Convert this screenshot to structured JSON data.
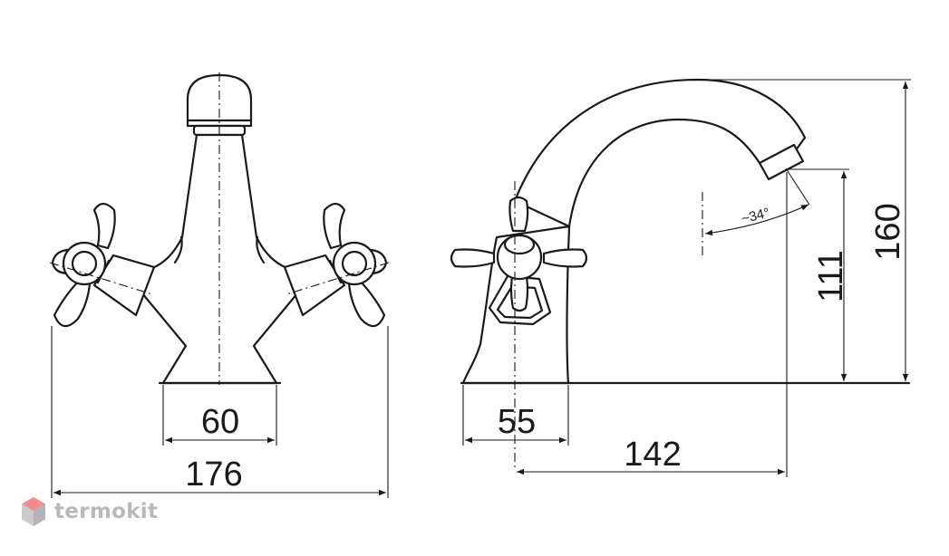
{
  "dimensions": {
    "base_width_front": "60",
    "overall_width": "176",
    "base_depth_side": "55",
    "spout_reach": "142",
    "spout_height": "111",
    "overall_height": "160",
    "spout_angle": "~34°"
  },
  "logo": {
    "text": "termokit",
    "icon": "hexagon-logo-icon"
  },
  "colors": {
    "line": "#1a1a1a",
    "logo_grey": "#b9b9bd",
    "logo_red": "#f28b8b"
  }
}
